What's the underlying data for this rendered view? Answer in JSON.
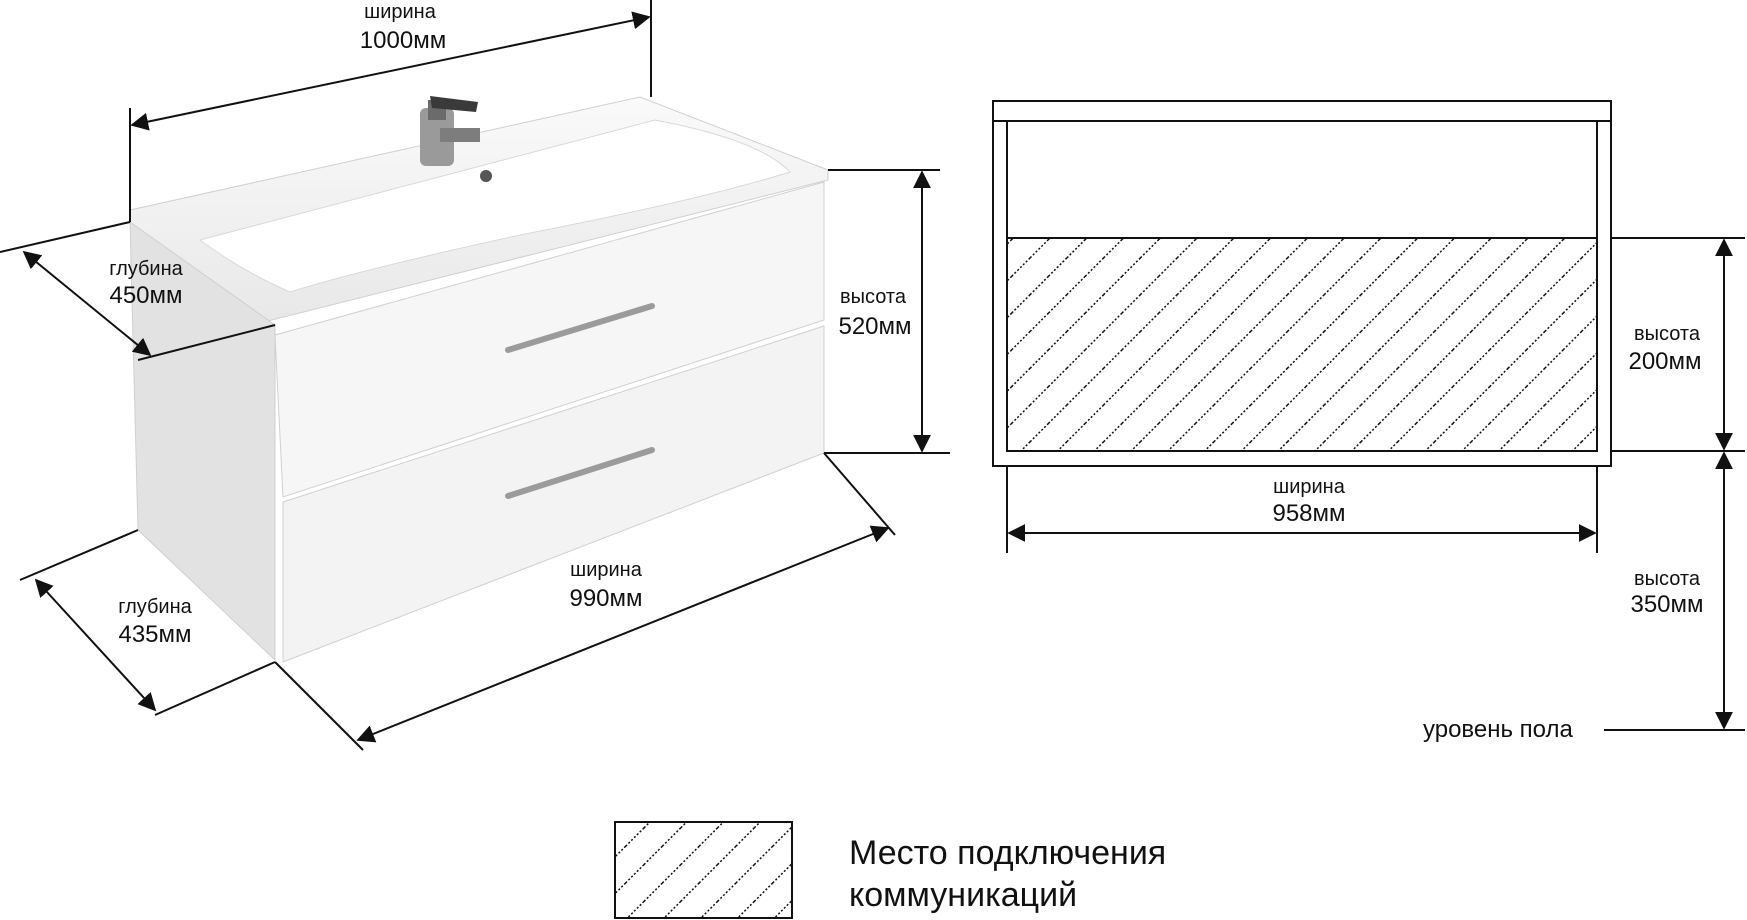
{
  "labels": {
    "top_width_word": "ширина",
    "top_width_value": "1000мм",
    "depth_top_word": "глубина",
    "depth_top_value": "450мм",
    "height_left_word": "высота",
    "height_left_value": "520мм",
    "depth_bottom_word": "глубина",
    "depth_bottom_value": "435мм",
    "width_bottom_word": "ширина",
    "width_bottom_value": "990мм",
    "right_height_top_word": "высота",
    "right_height_top_value": "200мм",
    "right_width_word": "ширина",
    "right_width_value": "958мм",
    "right_height_bottom_word": "высота",
    "right_height_bottom_value": "350мм",
    "floor_level": "уровень пола"
  },
  "legend": {
    "line1": "Место подключения",
    "line2": "коммуникаций"
  },
  "colors": {
    "line": "#111111",
    "background": "#ffffff",
    "cabinet": "#f4f4f4",
    "cabinet_shade": "#e3e3e3"
  }
}
